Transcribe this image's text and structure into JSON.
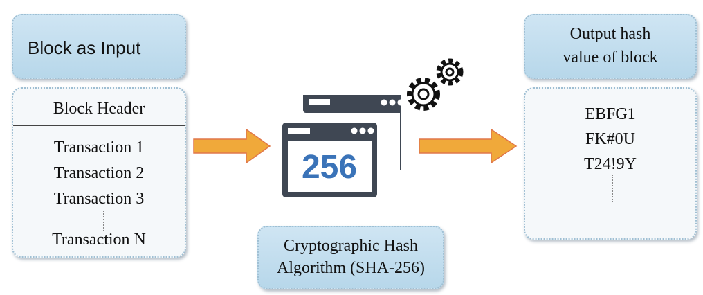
{
  "input_box": {
    "title": "Block as Input"
  },
  "block": {
    "header": "Block Header",
    "transactions": [
      "Transaction 1",
      "Transaction 2",
      "Transaction 3",
      "Transaction N"
    ]
  },
  "algorithm": {
    "icon_text": "256",
    "label_line1": "Cryptographic Hash",
    "label_line2": "Algorithm (SHA-256)"
  },
  "output_box": {
    "title_line1": "Output hash",
    "title_line2": "value of block"
  },
  "output": {
    "hash_lines": [
      "EBFG1",
      "FK#0U",
      "T24!9Y"
    ]
  },
  "colors": {
    "arrow": "#f0a93a",
    "icon": "#3f4753",
    "digits": "#3a73b8",
    "box_blue": "#c3dfef"
  }
}
